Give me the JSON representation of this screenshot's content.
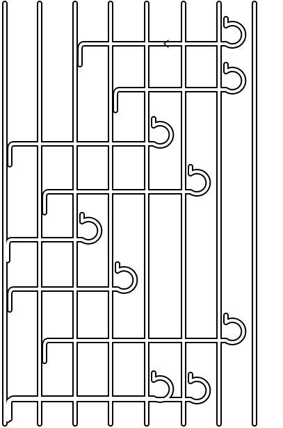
{
  "diagram": {
    "background": "#ffffff",
    "stroke_outer": "#000000",
    "stroke_inner": "#ffffff",
    "strands": 8,
    "crossings": [
      {
        "from": 6,
        "to": 2
      },
      {
        "from": 6,
        "to": 3
      },
      {
        "from": 4,
        "to": 0
      },
      {
        "from": 5,
        "to": 1
      },
      {
        "from": 2,
        "to": -1
      },
      {
        "from": 3,
        "to": 0
      },
      {
        "from": 6,
        "to": 1
      },
      {
        "from": 4,
        "to": 0
      },
      {
        "from": 5,
        "to": -1
      }
    ],
    "arrow": {
      "on_crossing": 0,
      "direction": "left"
    }
  }
}
